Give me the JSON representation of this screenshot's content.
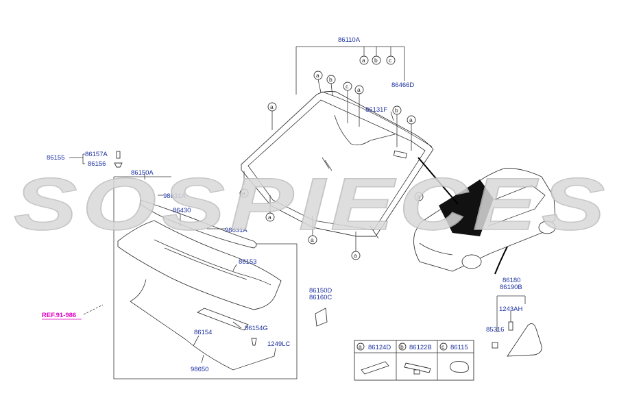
{
  "watermark": "SOSPIECES",
  "windshield": {
    "assembly": "86110A",
    "moulding": "86466D",
    "glass": "86131F",
    "callouts_top": [
      "a",
      "b",
      "c"
    ]
  },
  "left_group": {
    "bracket": "86155",
    "clip_a": "86157A",
    "clip_b": "86156"
  },
  "cowl": {
    "panel_top": "86150A",
    "item_98631a": "98631A",
    "item_86430": "86430",
    "item_98631a_2": "98631A",
    "cover": "86153",
    "side_d": "86150D",
    "side_c": "86160C",
    "reinf": "86154G",
    "screw": "1249LC",
    "seal": "86154",
    "hose": "98650",
    "ref": "REF.91-986"
  },
  "right_group": {
    "quarter_1": "86180",
    "quarter_2": "86190B",
    "bolt": "1243AH",
    "clip": "85316"
  },
  "legend": [
    {
      "key": "a",
      "part": "86124D"
    },
    {
      "key": "b",
      "part": "86122B"
    },
    {
      "key": "c",
      "part": "86115"
    }
  ],
  "colors": {
    "part_number": "#1a2fa0",
    "reference": "#e000c0",
    "line": "#333333",
    "watermark": "#d9d9d9"
  }
}
